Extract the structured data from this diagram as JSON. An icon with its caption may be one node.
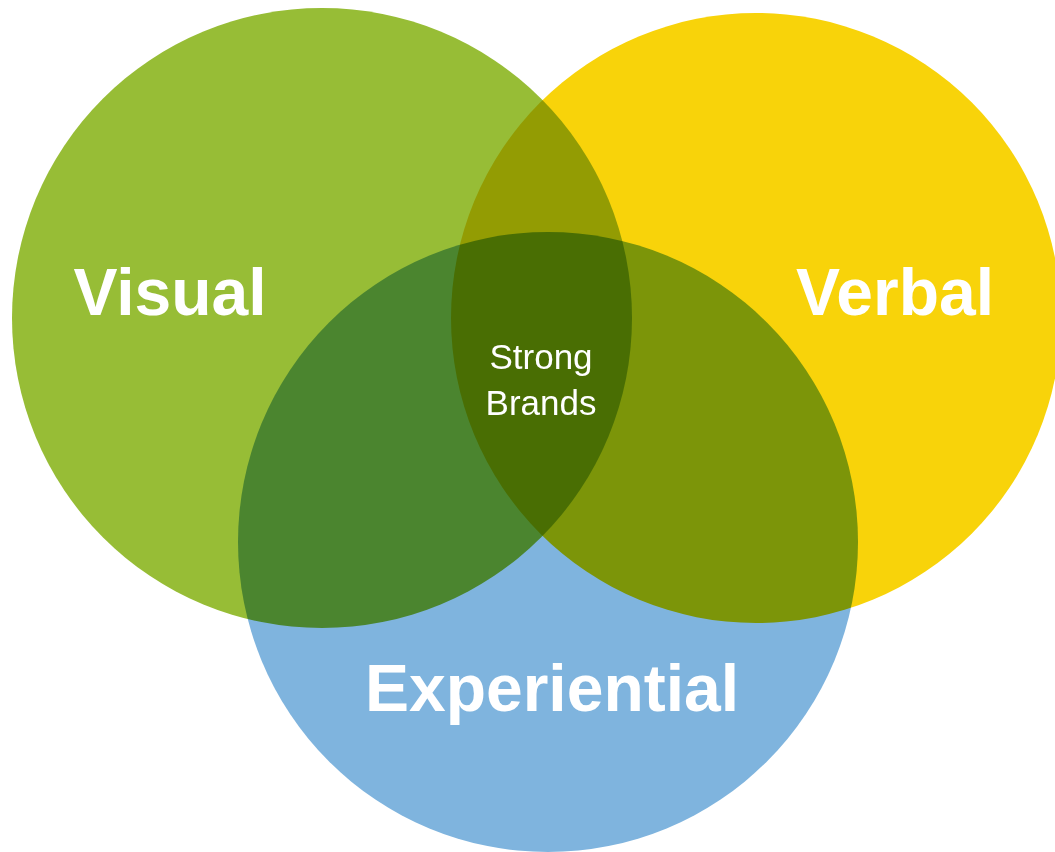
{
  "diagram": {
    "nodes": [
      {
        "text": [
          "Visual"
        ]
      },
      {
        "text": [
          "Verbal"
        ]
      },
      {
        "text": [
          "Experiential"
        ]
      }
    ],
    "edges": [],
    "labels": [
      "Strong Brands"
    ]
  }
}
